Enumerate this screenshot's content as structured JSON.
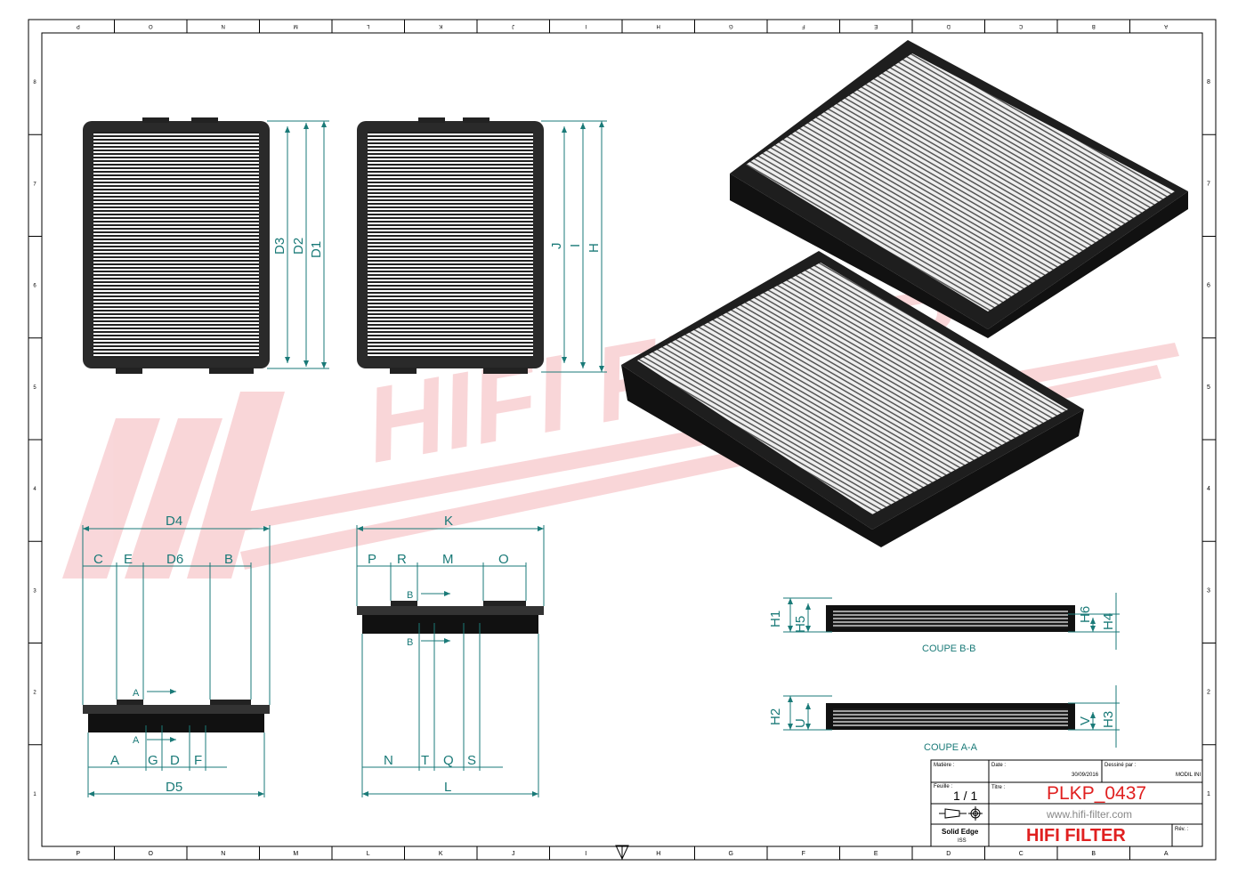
{
  "border": {
    "columns": [
      "P",
      "O",
      "N",
      "M",
      "L",
      "K",
      "J",
      "I",
      "H",
      "G",
      "F",
      "E",
      "D",
      "C",
      "B",
      "A"
    ],
    "rows": [
      "8",
      "7",
      "6",
      "5",
      "4",
      "3",
      "2",
      "1"
    ]
  },
  "watermark": "HIFI FILTER",
  "views": {
    "front_dims": [
      "D3",
      "D2",
      "D1"
    ],
    "side_dims": [
      "J",
      "I",
      "H"
    ],
    "bottom_left_top": [
      "D4",
      "C",
      "E",
      "D6",
      "B"
    ],
    "bottom_left_bottom": [
      "A",
      "G",
      "D",
      "F",
      "D5"
    ],
    "bottom_left_section": "A",
    "bottom_right_top": [
      "K",
      "P",
      "R",
      "M",
      "O"
    ],
    "bottom_right_bottom": [
      "N",
      "T",
      "Q",
      "S",
      "L"
    ],
    "bottom_right_section": "B",
    "section_bb": {
      "label": "COUPE B-B",
      "dims": [
        "H1",
        "H5",
        "H6",
        "H4"
      ]
    },
    "section_aa": {
      "label": "COUPE A-A",
      "dims": [
        "H2",
        "U",
        "V",
        "H3"
      ]
    }
  },
  "title_block": {
    "material_label": "Matière :",
    "date_label": "Date :",
    "date": "30/09/2016",
    "drawn_label": "Dessiné par :",
    "drawn_by": "MODIL INI",
    "sheet_label": "Feuille :",
    "sheet": "1 / 1",
    "title_label": "Titre :",
    "title": "PLKP_0437",
    "website": "www.hifi-filter.com",
    "software": "Solid Edge",
    "software_sub": "ISS",
    "company": "HIFI FILTER",
    "rev_label": "Rév. :",
    "title_color": "#e02020"
  }
}
